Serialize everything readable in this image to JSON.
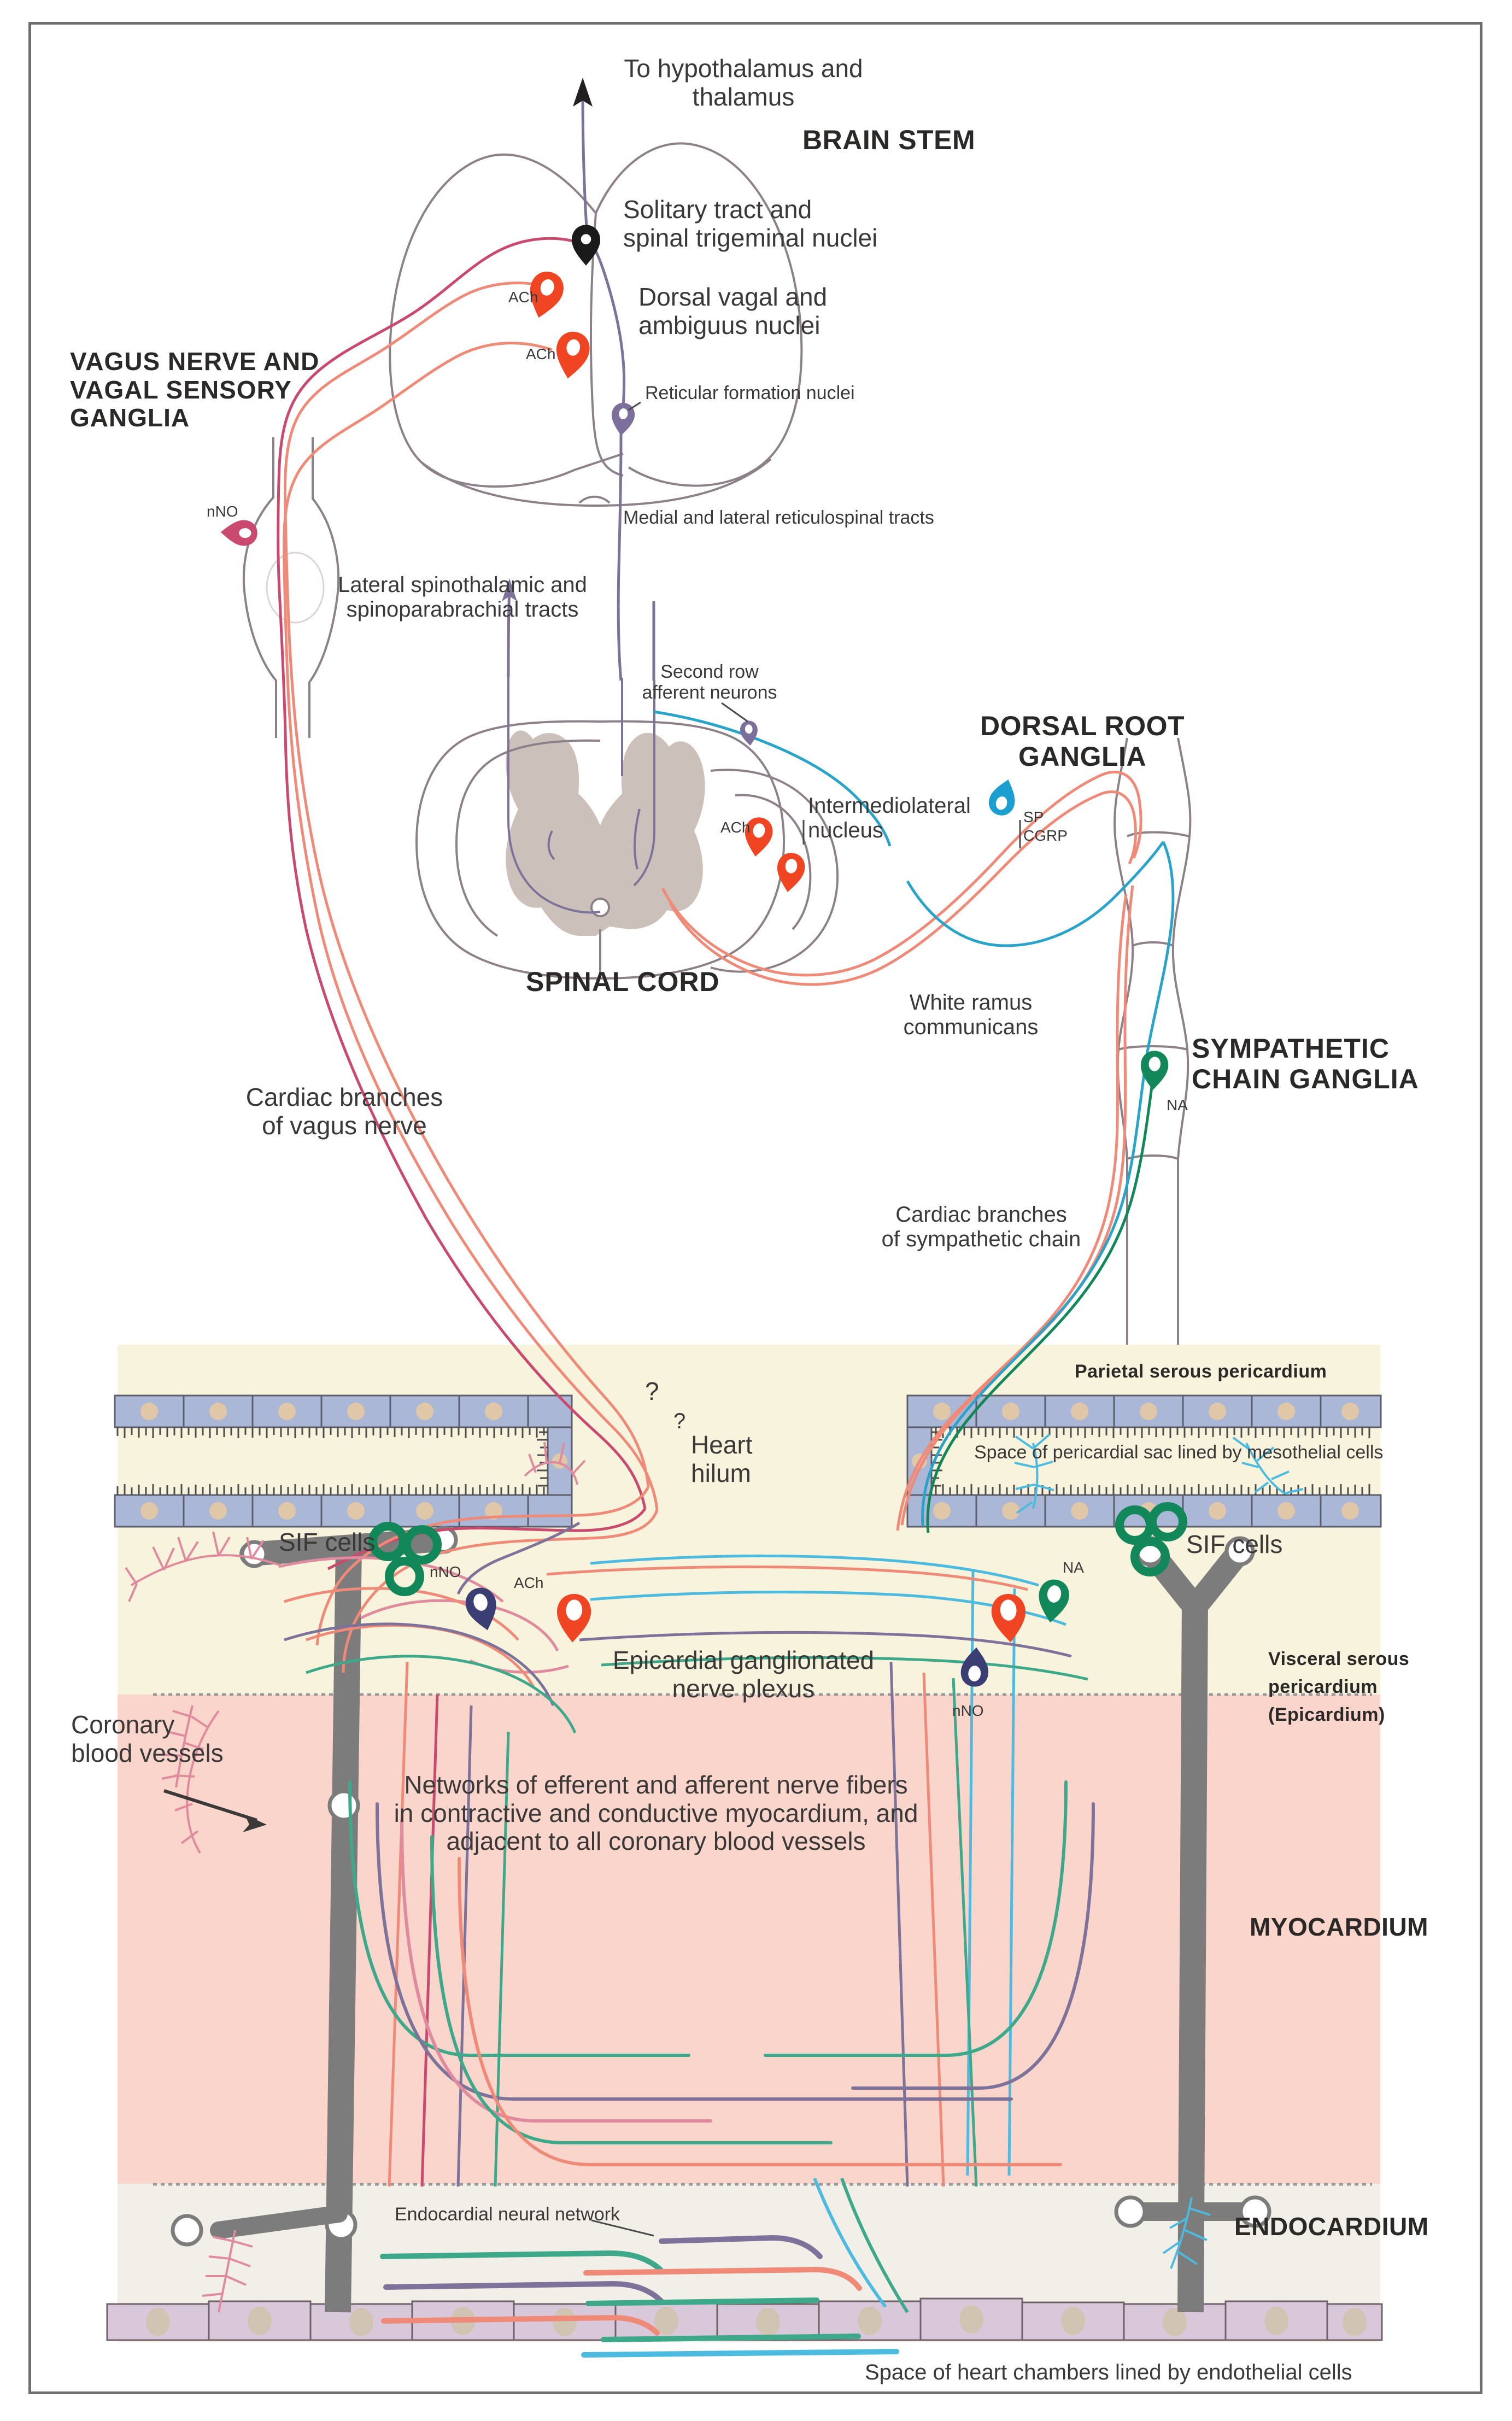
{
  "figure": {
    "title": "Innervation of the heart: central and peripheral autonomic and sensory pathways",
    "regions": {
      "brain_stem": "BRAIN STEM",
      "spinal_cord": "SPINAL CORD",
      "vagus": "VAGUS NERVE AND\nVAGAL SENSORY\nGANGLIA",
      "dorsal_root": "DORSAL ROOT\nGANGLIA",
      "sympathetic_chain": "SYMPATHETIC\nCHAIN GANGLIA",
      "myocardium": "MYOCARDIUM",
      "endocardium": "ENDOCARDIUM"
    },
    "labels": {
      "to_hypothalamus": "To hypothalamus and\nthalamus",
      "solitary_tract": "Solitary tract and\nspinal trigeminal nuclei",
      "dorsal_vagal": "Dorsal vagal and\nambiguus nuclei",
      "reticular_formation": "Reticular formation nuclei",
      "reticulospinal": "Medial and lateral reticulospinal tracts",
      "spinothalamic": "Lateral spinothalamic and\nspinoparabrachial tracts",
      "second_row": "Second row\nafferent neurons",
      "intermediolateral": "Intermediolateral\nnucleus",
      "white_ramus": "White ramus\ncommunicans",
      "cardiac_vagus": "Cardiac branches\nof vagus nerve",
      "cardiac_sympathetic": "Cardiac branches\nof sympathetic chain",
      "parietal_pericardium": "Parietal serous pericardium",
      "pericardial_space": "Space of pericardial sac lined by mesothelial cells",
      "heart_hilum": "Heart\nhilum",
      "sif_cells_left": "SIF cells",
      "sif_cells_right": "SIF cells",
      "epicardial_plexus": "Epicardial ganglionated\nnerve plexus",
      "visceral_pericardium": "Visceral serous\npericardium\n(Epicardium)",
      "coronary_vessels": "Coronary\nblood vessels",
      "myocardium_networks": "Networks of efferent and afferent nerve fibers\nin contractive and conductive myocardium, and\nadjacent to all coronary blood vessels",
      "endocardial_network": "Endocardial neural network",
      "heart_chambers": "Space of heart chambers lined by endothelial cells",
      "question_mark_1": "?",
      "question_mark_2": "?"
    },
    "neurotransmitters": {
      "ach_brainstem_1": "ACh",
      "ach_brainstem_2": "ACh",
      "ach_spinal": "ACh",
      "ach_epicardial": "ACh",
      "nno_vagal": "nNO",
      "nno_epicardial_left": "nNO",
      "nno_epicardial_right": "nNO",
      "na_sympathetic": "NA",
      "na_epicardial": "NA",
      "sp_cgrp": "SP\nCGRP"
    },
    "colors": {
      "ach_red": "#ef4523",
      "na_green": "#12875a",
      "nno_navy": "#3a3e72",
      "sensory_blue": "#29a3c9",
      "vagal_pink": "#c94a6e",
      "efferent_salmon": "#f08a78",
      "afferent_purple": "#7d7299",
      "outline_grey": "#8d8189",
      "grey_matter": "#c9bdb6",
      "epicardium_cream": "#f7f3dc",
      "myocardium_pink": "#f9d5cb",
      "endocardium_grey": "#f1efe7",
      "mesothelial_blue": "#aab7d6",
      "endothelial_lilac": "#d9c8da",
      "vessel_grey": "#7d7c7c",
      "frame_grey": "#6e6e6e"
    }
  }
}
